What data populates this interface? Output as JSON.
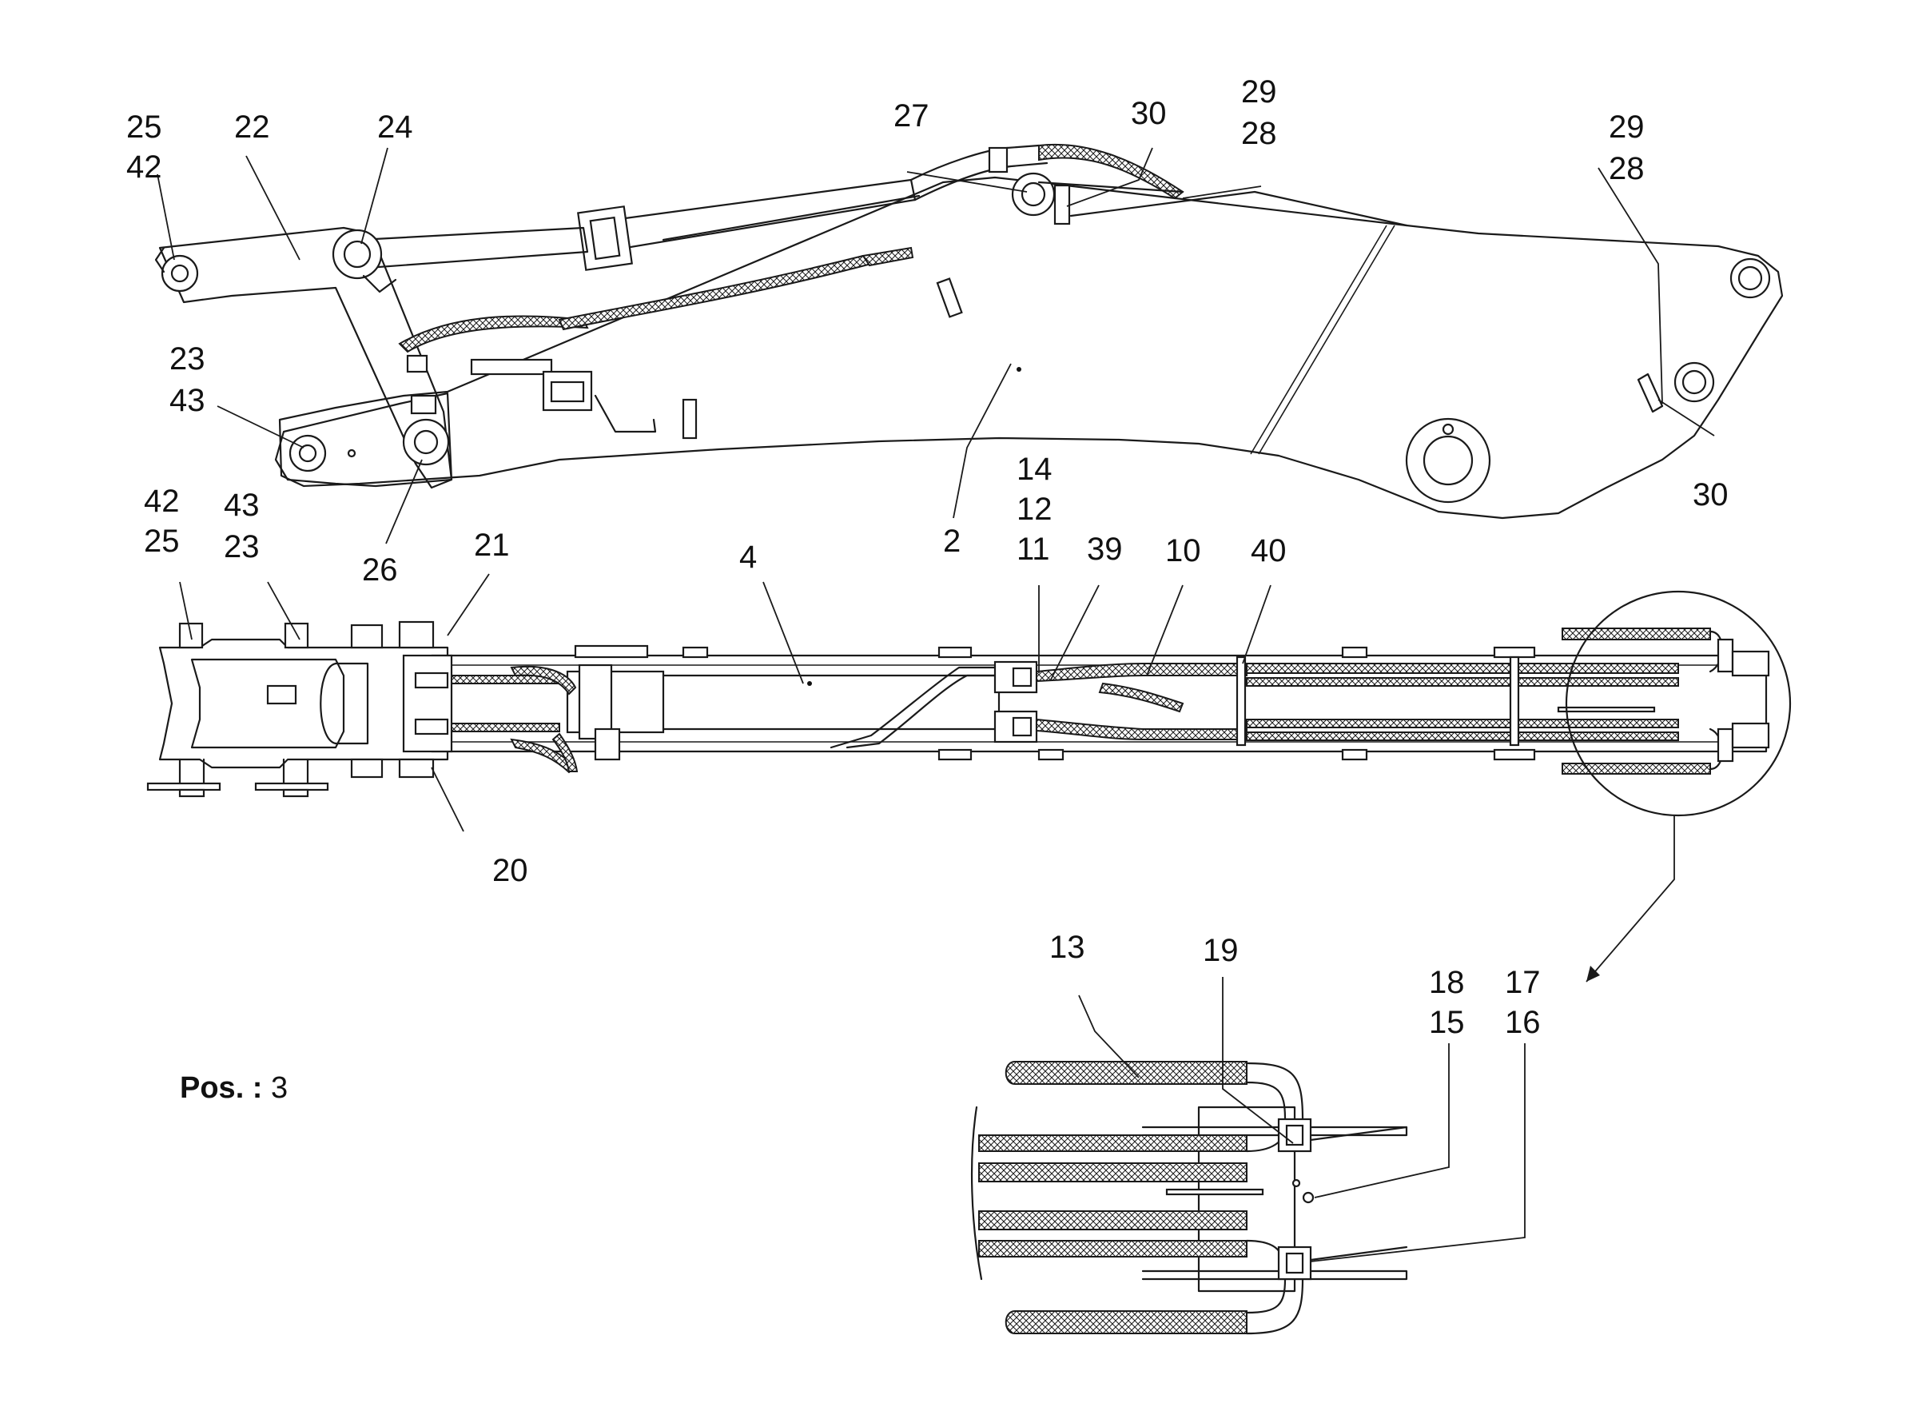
{
  "position": {
    "label": "Pos. :",
    "value": "3"
  },
  "callouts": [
    {
      "id": "c-25-42-top",
      "lines": [
        "25",
        "42"
      ]
    },
    {
      "id": "c-22",
      "lines": [
        "22"
      ]
    },
    {
      "id": "c-24",
      "lines": [
        "24"
      ]
    },
    {
      "id": "c-23-43-top",
      "lines": [
        "23",
        "43"
      ]
    },
    {
      "id": "c-26",
      "lines": [
        "26"
      ]
    },
    {
      "id": "c-27",
      "lines": [
        "27"
      ]
    },
    {
      "id": "c-30-top",
      "lines": [
        "30"
      ]
    },
    {
      "id": "c-29-28-mid",
      "lines": [
        "29",
        "28"
      ]
    },
    {
      "id": "c-29-28-right",
      "lines": [
        "29",
        "28"
      ]
    },
    {
      "id": "c-30-right",
      "lines": [
        "30"
      ]
    },
    {
      "id": "c-2",
      "lines": [
        "2"
      ]
    },
    {
      "id": "c-42-25-side",
      "lines": [
        "42",
        "25"
      ]
    },
    {
      "id": "c-43-23-side",
      "lines": [
        "43",
        "23"
      ]
    },
    {
      "id": "c-21",
      "lines": [
        "21"
      ]
    },
    {
      "id": "c-4",
      "lines": [
        "4"
      ]
    },
    {
      "id": "c-14-12-11",
      "lines": [
        "14",
        "12",
        "11"
      ]
    },
    {
      "id": "c-39",
      "lines": [
        "39"
      ]
    },
    {
      "id": "c-10",
      "lines": [
        "10"
      ]
    },
    {
      "id": "c-40",
      "lines": [
        "40"
      ]
    },
    {
      "id": "c-20",
      "lines": [
        "20"
      ]
    },
    {
      "id": "c-13",
      "lines": [
        "13"
      ]
    },
    {
      "id": "c-19",
      "lines": [
        "19"
      ]
    },
    {
      "id": "c-18-15",
      "lines": [
        "18",
        "15"
      ]
    },
    {
      "id": "c-17-16",
      "lines": [
        "17",
        "16"
      ]
    }
  ]
}
